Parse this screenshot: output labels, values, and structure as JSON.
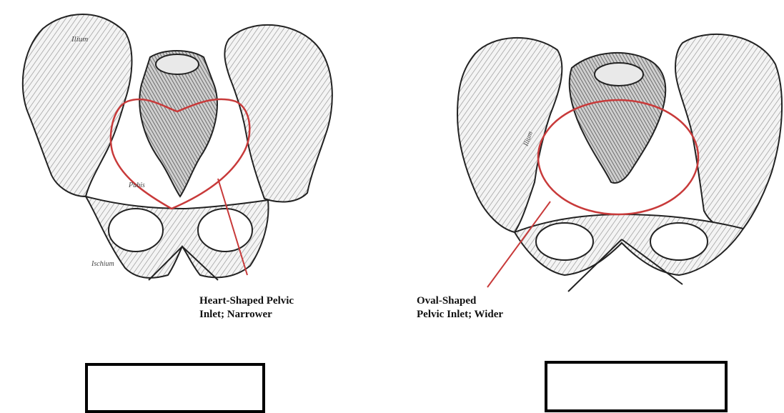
{
  "left_pelvis": {
    "ilium_label": "Ilium",
    "pubis_label": "Pubis",
    "ischium_label": "Ischium",
    "caption_line1": "Heart-Shaped Pelvic",
    "caption_line2": "Inlet; Narrower",
    "outline_color": "#c83a3a"
  },
  "right_pelvis": {
    "ilium_label": "Ilium",
    "caption_line1": "Oval-Shaped",
    "caption_line2": "Pelvic Inlet; Wider",
    "outline_color": "#c83a3a"
  },
  "answer_boxes": [
    {
      "value": ""
    },
    {
      "value": ""
    }
  ]
}
